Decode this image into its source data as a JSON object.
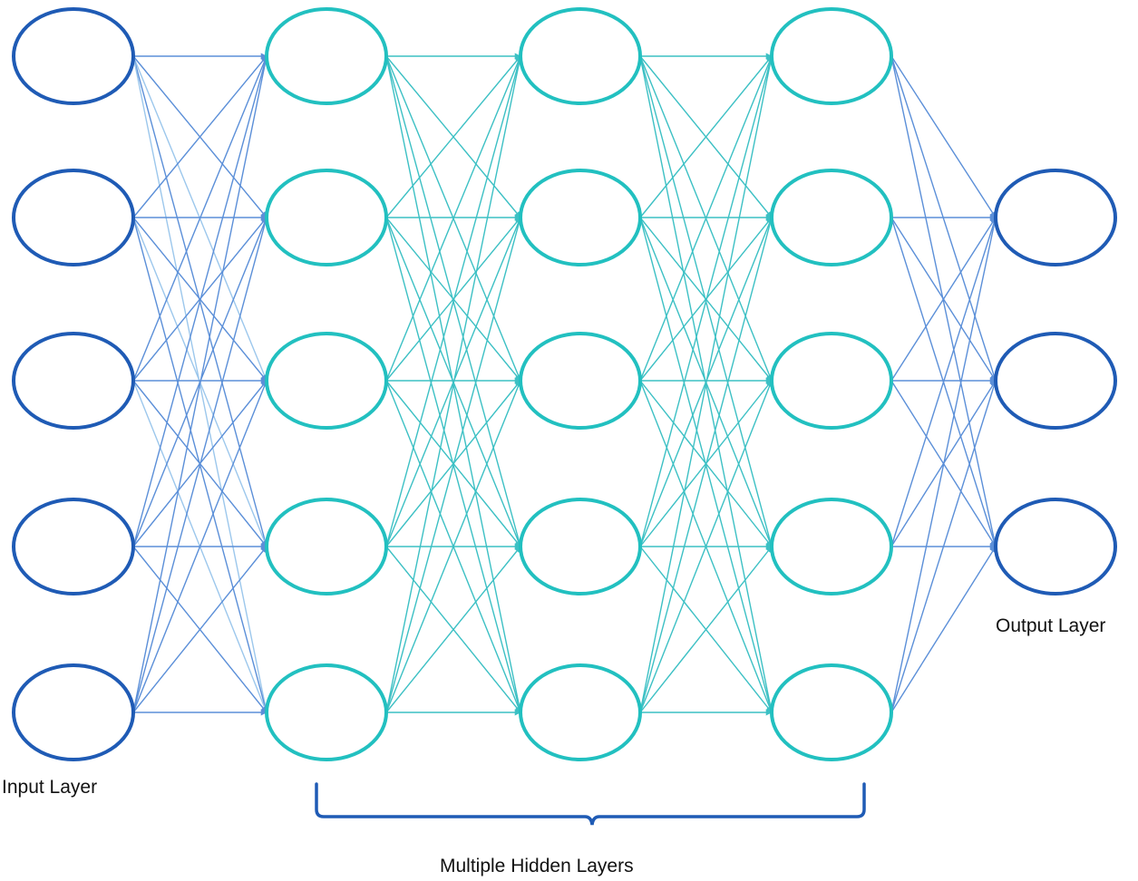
{
  "labels": {
    "input": "Input Layer",
    "hidden": "Multiple Hidden Layers",
    "output": "Output Layer"
  },
  "network": {
    "layers": [
      {
        "role": "input",
        "neurons": 5
      },
      {
        "role": "hidden",
        "neurons": 5
      },
      {
        "role": "hidden",
        "neurons": 5
      },
      {
        "role": "hidden",
        "neurons": 5
      },
      {
        "role": "output",
        "neurons": 3
      }
    ],
    "connectivity": "fully-connected"
  },
  "colors": {
    "input_outline": "#1f5bb5",
    "hidden_outline": "#22c0c0",
    "output_outline": "#1f5bb5",
    "edge_from_input": "#5b8fd8",
    "edge_from_input_light": "#9cc7ec",
    "edge_between_hidden": "#3cc0c4",
    "edge_to_output": "#5b8fd8",
    "brace": "#1f5bb5",
    "text": "#111111"
  }
}
